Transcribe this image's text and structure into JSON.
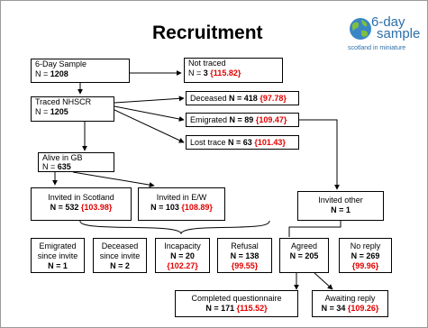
{
  "title": "Recruitment",
  "logo": {
    "line1": "6-day",
    "line2": "sample",
    "tagline": "scotland in miniature"
  },
  "colors": {
    "highlight": "#e10000",
    "logo": "#2c6fa8"
  },
  "boxes": {
    "six_day_sample": {
      "label": "6-Day Sample",
      "count_label": "N = ",
      "count": "1208",
      "extra": ""
    },
    "not_traced": {
      "label": "Not traced",
      "count_label": "N = ",
      "count": "3",
      "extra": "{115.82}"
    },
    "traced_nhscr": {
      "label": "Traced NHSCR",
      "count_label": "N = ",
      "count": "1205",
      "extra": ""
    },
    "deceased": {
      "label": "Deceased ",
      "count_label": "N = ",
      "count": "418",
      "extra": "{97.78}"
    },
    "emigrated": {
      "label": "Emigrated ",
      "count_label": "N = ",
      "count": "89",
      "extra": "{109.47}"
    },
    "lost_trace": {
      "label": "Lost trace ",
      "count_label": "N = ",
      "count": "63",
      "extra": "{101.43}"
    },
    "alive_gb": {
      "label": "Alive in GB",
      "count_label": "N = ",
      "count": "635",
      "extra": ""
    },
    "invited_scotland": {
      "label": "Invited in Scotland",
      "count_label": "N = ",
      "count": "532",
      "extra": "{103.98}"
    },
    "invited_ew": {
      "label": "Invited in E/W",
      "count_label": "N = ",
      "count": "103",
      "extra": "{108.89}"
    },
    "invited_other": {
      "label": "Invited other",
      "count_label": "N = ",
      "count": "1",
      "extra": ""
    },
    "emigrated_since": {
      "line1": "Emigrated",
      "line2": "since invite",
      "count_label": "N = ",
      "count": "1"
    },
    "deceased_since": {
      "line1": "Deceased",
      "line2": "since invite",
      "count_label": "N = ",
      "count": "2"
    },
    "incapacity": {
      "label": "Incapacity",
      "count_label": "N = ",
      "count": "20",
      "extra": "{102.27}"
    },
    "refusal": {
      "label": "Refusal",
      "count_label": "N = ",
      "count": "138",
      "extra": "{99.55}"
    },
    "agreed": {
      "label": "Agreed",
      "count_label": "N = ",
      "count": "205"
    },
    "no_reply": {
      "label": "No reply",
      "count_label": "N = ",
      "count": "269",
      "extra": "{99.96}"
    },
    "completed": {
      "label": "Completed questionnaire",
      "count_label": "N = ",
      "count": "171",
      "extra": "{115.52}"
    },
    "awaiting": {
      "label": "Awaiting reply",
      "count_label": "N = ",
      "count": "34",
      "extra": "{109.26}"
    }
  }
}
